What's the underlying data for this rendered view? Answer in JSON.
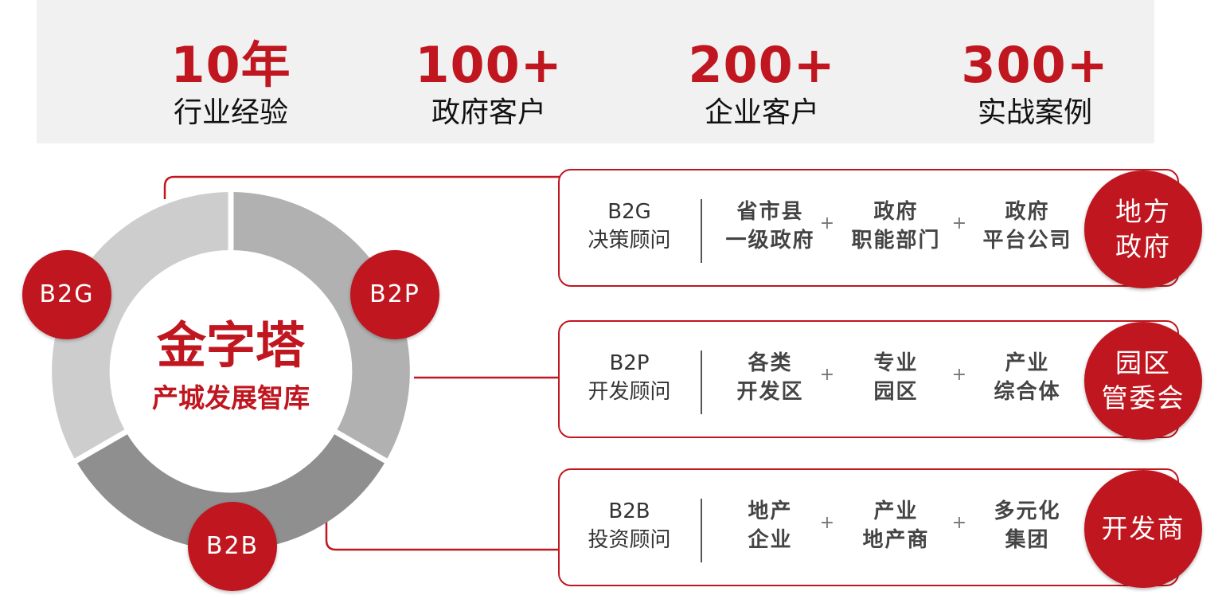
{
  "stats": [
    {
      "value": "10年",
      "label": "行业经验"
    },
    {
      "value": "100+",
      "label": "政府客户"
    },
    {
      "value": "200+",
      "label": "企业客户"
    },
    {
      "value": "300+",
      "label": "实战案例"
    }
  ],
  "ring": {
    "title": "金字塔",
    "subtitle": "产城发展智库",
    "segments": [
      "B2G",
      "B2P",
      "B2B"
    ]
  },
  "rows": [
    {
      "service": [
        "B2G",
        "决策顾问"
      ],
      "targets": [
        [
          "省市县",
          "一级政府"
        ],
        [
          "政府",
          "职能部门"
        ],
        [
          "政府",
          "平台公司"
        ]
      ],
      "plus": "+",
      "client": [
        "地方",
        "政府"
      ]
    },
    {
      "service": [
        "B2P",
        "开发顾问"
      ],
      "targets": [
        [
          "各类",
          "开发区"
        ],
        [
          "专业",
          "园区"
        ],
        [
          "产业",
          "综合体"
        ]
      ],
      "plus": "+",
      "client": [
        "园区",
        "管委会"
      ]
    },
    {
      "service": [
        "B2B",
        "投资顾问"
      ],
      "targets": [
        [
          "地产",
          "企业"
        ],
        [
          "产业",
          "地产商"
        ],
        [
          "多元化",
          "集团"
        ]
      ],
      "plus": "+",
      "client": [
        "开发商"
      ]
    }
  ],
  "colors": {
    "accent": "#c0161f",
    "ring_light": "#cdcdcd",
    "ring_mid": "#b1b1b1",
    "ring_dark": "#8f8f8f",
    "band": "#f1f1f1"
  }
}
